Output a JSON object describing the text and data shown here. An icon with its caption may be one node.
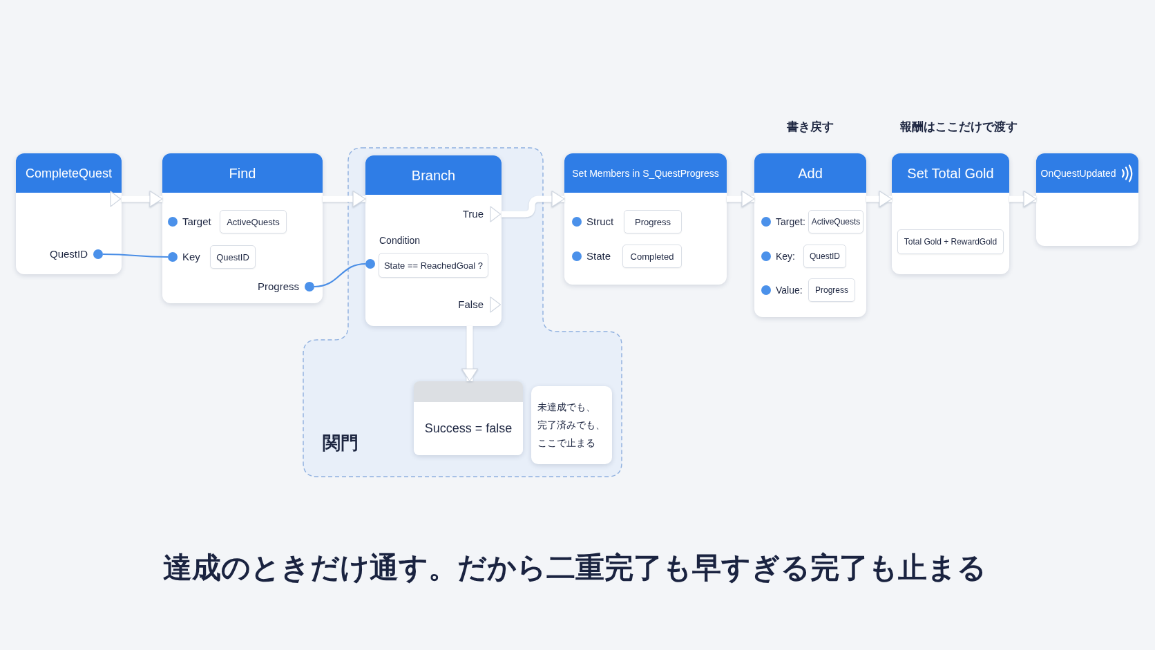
{
  "diagram": {
    "caption": "達成のときだけ通す。だから二重完了も早すぎる完了も止まる",
    "nodes": [
      {
        "text": [
          "CompleteQuest"
        ]
      },
      {
        "text": [
          "QuestID"
        ],
        "in": 0
      },
      {
        "text": [
          "Find",
          "Target"
        ]
      },
      {
        "text": [
          "ActiveQuests"
        ],
        "in": 2
      },
      {
        "text": [
          "Key"
        ],
        "in": 2
      },
      {
        "text": [
          "QuestID"
        ],
        "in": 2
      },
      {
        "text": [
          "Progress"
        ],
        "in": 2
      },
      {
        "text": [
          "関門"
        ]
      },
      {
        "text": [
          "Branch",
          "True",
          "False"
        ],
        "in": 7
      },
      {
        "text": [
          "Condition"
        ],
        "in": 8
      },
      {
        "text": [
          "State == ReachedGoal ?"
        ],
        "in": 8
      },
      {
        "text": [
          "Success = false"
        ],
        "in": 7
      },
      {
        "text": [
          "未達成でも、完了済みでも、ここで止まる"
        ],
        "in": 7
      },
      {
        "text": [
          "Set Members in S_QuestProgress",
          "Struct",
          "State"
        ]
      },
      {
        "text": [
          "Progress"
        ],
        "in": 13
      },
      {
        "text": [
          "Completed"
        ],
        "in": 13
      },
      {
        "text": [
          "Add",
          "Target:",
          "Key:",
          "Value:"
        ],
        "beside": [
          "書き戻す"
        ]
      },
      {
        "text": [
          "ActiveQuests"
        ],
        "in": 16
      },
      {
        "text": [
          "QuestID"
        ],
        "in": 16
      },
      {
        "text": [
          "Progress"
        ],
        "in": 16
      },
      {
        "text": [
          "Set Total Gold"
        ],
        "beside": [
          "報酬はここだけで渡す"
        ]
      },
      {
        "text": [
          "Total Gold + RewardGold"
        ],
        "in": 20
      },
      {
        "text": [
          "OnQuestUpdated"
        ]
      }
    ],
    "edges": [
      {
        "from": 0,
        "to": 2,
        "arrow": "to"
      },
      {
        "from": 1,
        "to": 4,
        "arrow": "none",
        "color": "#4a8ee6"
      },
      {
        "from": 2,
        "to": 8,
        "arrow": "to"
      },
      {
        "from": 6,
        "to": 9,
        "arrow": "none",
        "color": "#4a8ee6"
      },
      {
        "from": 8,
        "to": 13,
        "arrow": "to"
      },
      {
        "from": 8,
        "to": 11,
        "arrow": "to"
      },
      {
        "from": 13,
        "to": 16,
        "arrow": "to"
      },
      {
        "from": 16,
        "to": 20,
        "arrow": "to"
      },
      {
        "from": 20,
        "to": 22,
        "arrow": "to"
      }
    ]
  }
}
